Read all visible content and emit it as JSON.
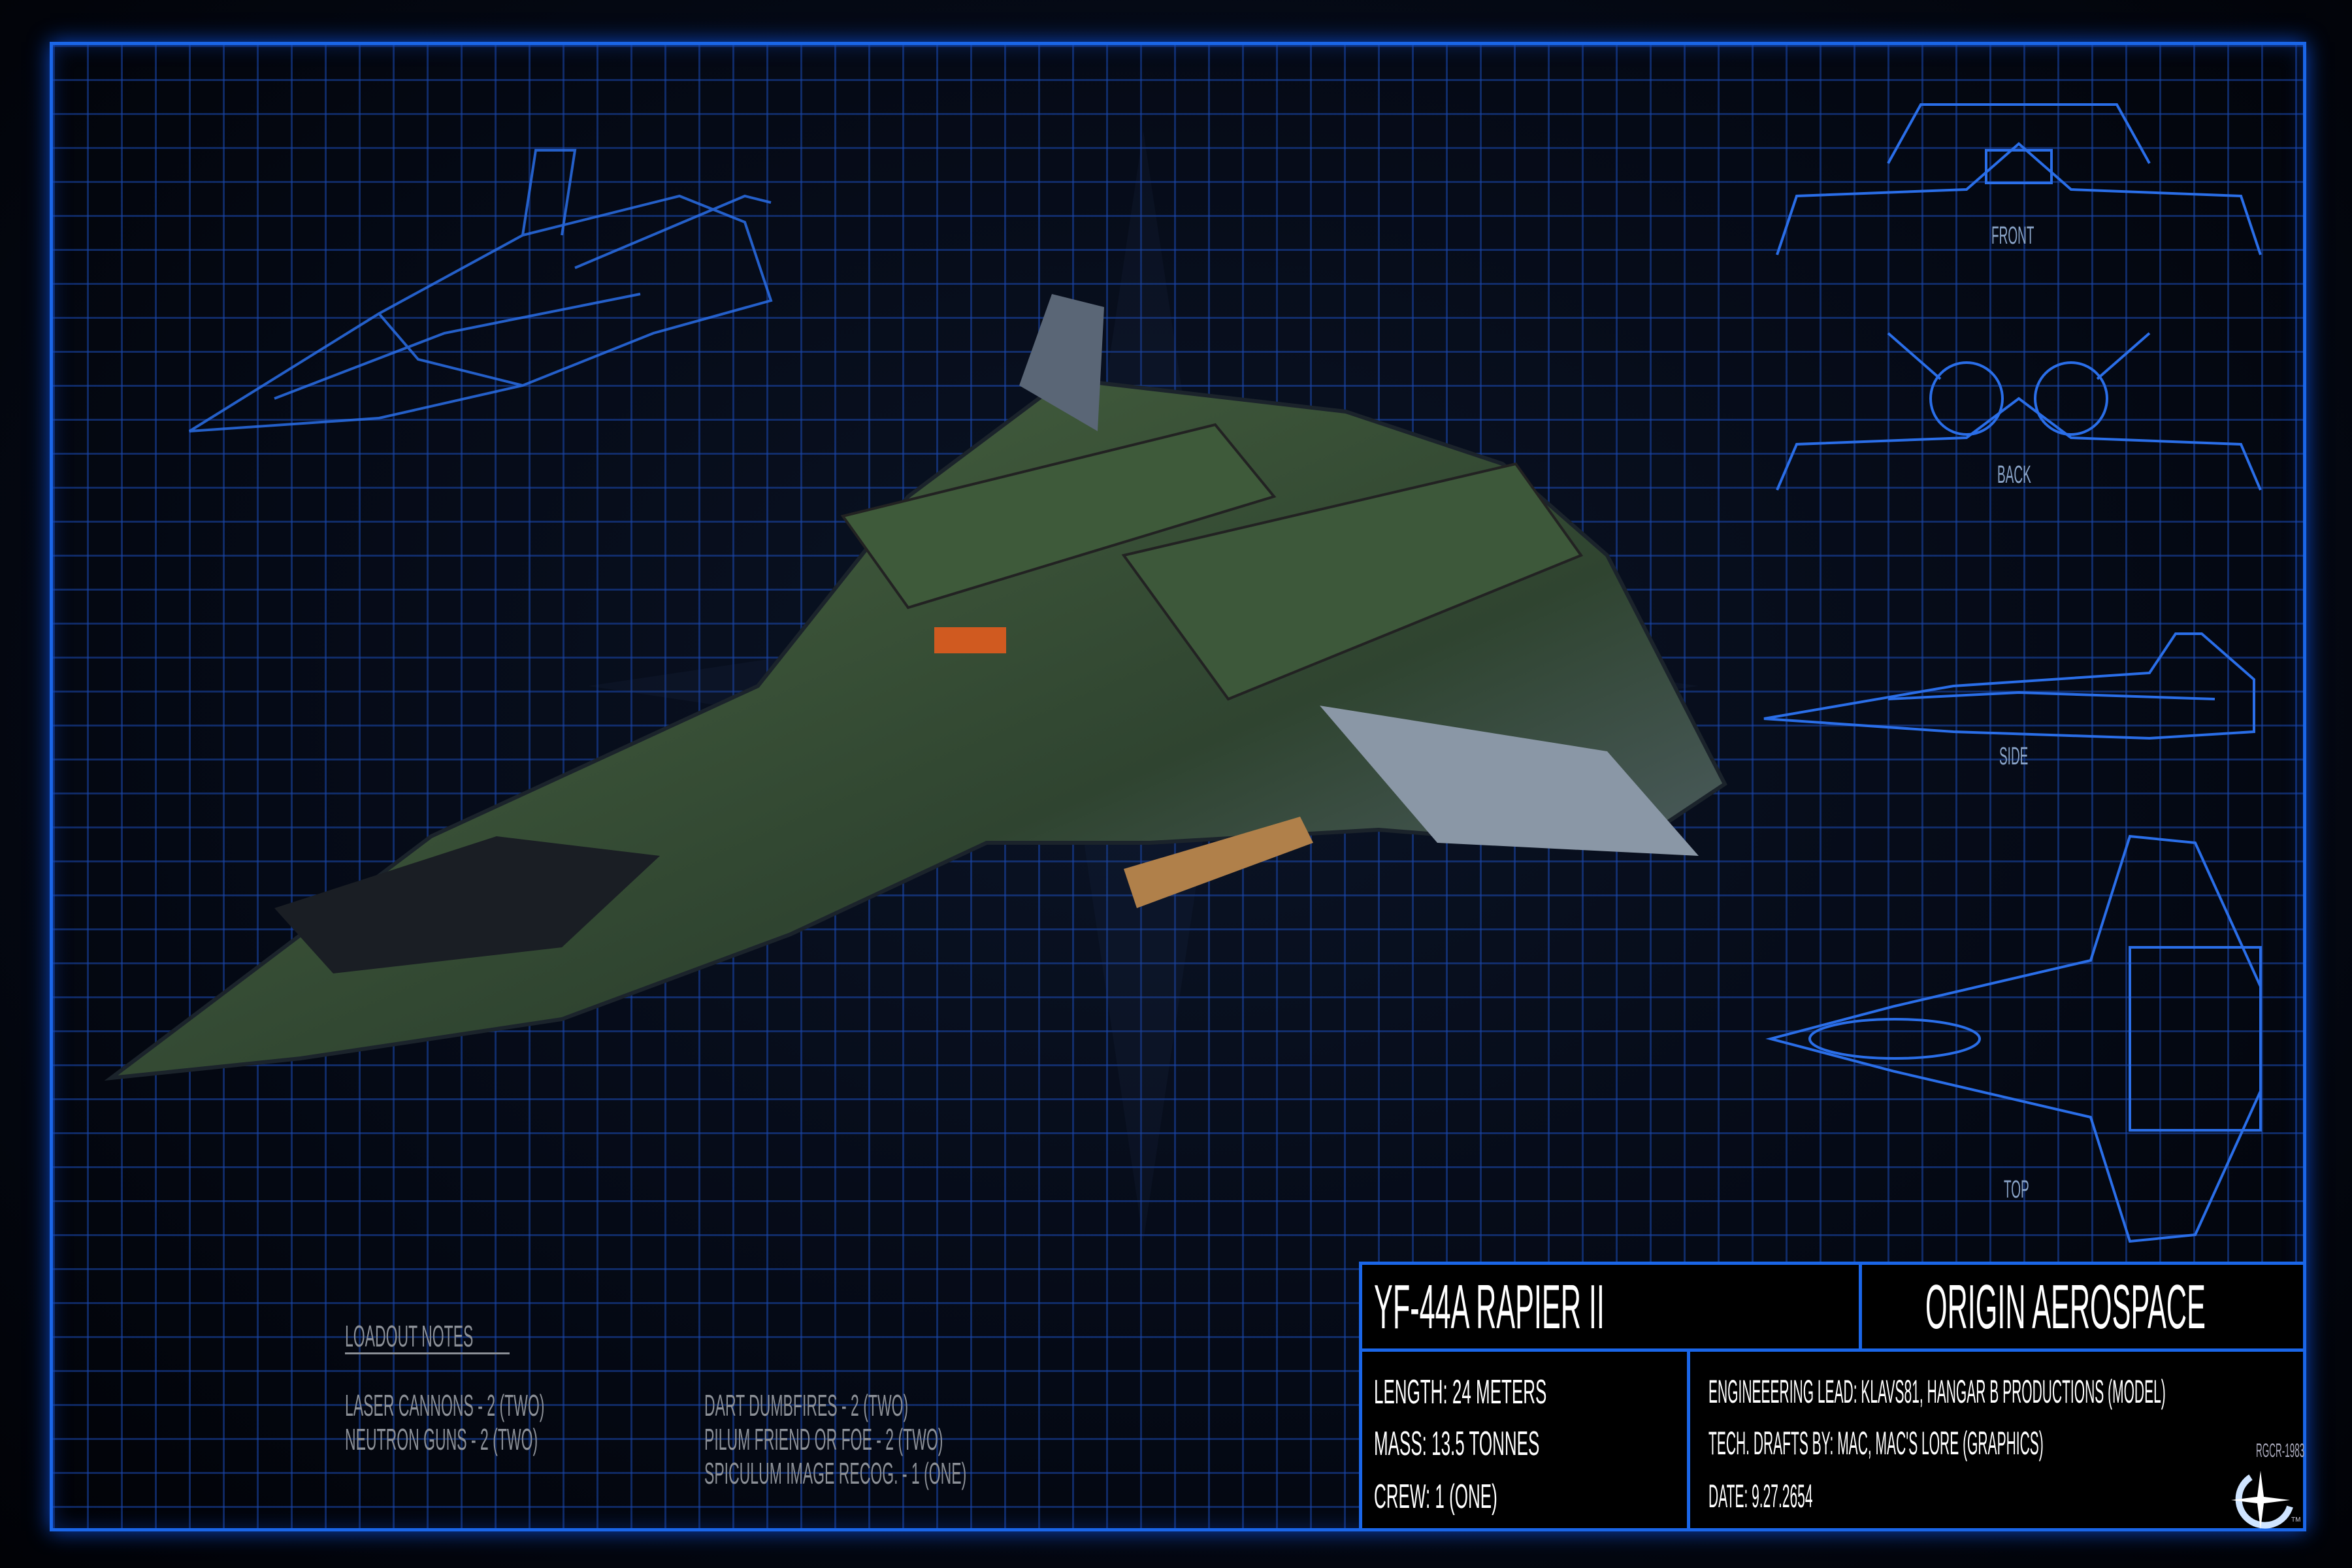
{
  "views": {
    "front": "FRONT",
    "back": "BACK",
    "side": "SIDE",
    "top": "TOP"
  },
  "loadout": {
    "title": "LOADOUT NOTES",
    "left": [
      "LASER CANNONS - 2 (TWO)",
      "NEUTRON GUNS - 2 (TWO)"
    ],
    "right": [
      "DART DUMBFIRES - 2 (TWO)",
      "PILUM FRIEND OR FOE - 2 (TWO)",
      "SPICULUM IMAGE RECOG. - 1 (ONE)"
    ]
  },
  "info": {
    "ship_name": "YF-44A RAPIER II",
    "manufacturer": "ORIGIN AEROSPACE",
    "length": "LENGTH: 24 METERS",
    "mass": "MASS: 13.5 TONNES",
    "crew": "CREW: 1 (ONE)",
    "engineering": "ENGINEEERING LEAD: KLAVS81, HANGAR B PRODUCTIONS (MODEL)",
    "drafts": "TECH. DRAFTS BY: MAC, MAC'S LORE  (GRAPHICS)",
    "date": "DATE: 9.27.2654",
    "code": "RGCR-1983",
    "logo_tm": "TM"
  },
  "colors": {
    "frame": "#1a66e8",
    "grid": "#1946aa",
    "hull": "#3c5a3a"
  }
}
